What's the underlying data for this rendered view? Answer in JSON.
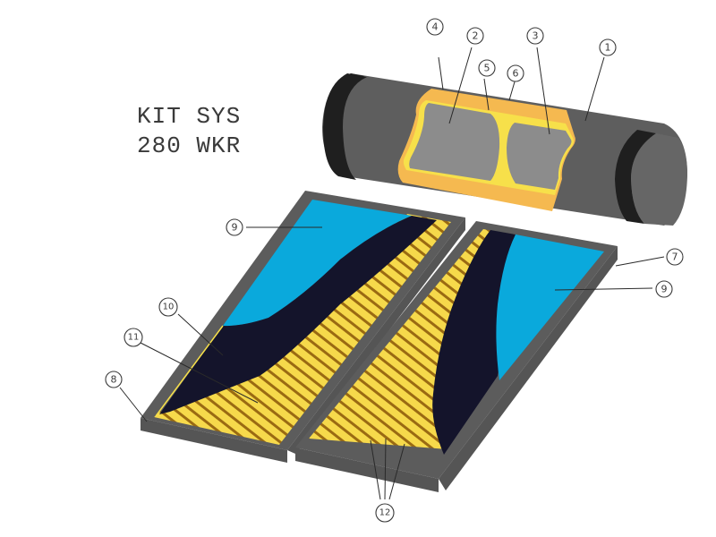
{
  "title": {
    "line1": "KIT SYS",
    "line2": "280 WKR"
  },
  "colors": {
    "tank_dark": "#5e5e5e",
    "tank_band": "#1f1f1f",
    "tank_inner": "#8c8c8c",
    "insulation_orange": "#f5b950",
    "liner_yellow": "#f7e04a",
    "frame_gray": "#5c5c5c",
    "glass_blue": "#0aa9dc",
    "absorber_navy": "#14142b",
    "fin_yellow": "#f6d94b",
    "tube_brown": "#9a6a12"
  },
  "callouts": [
    {
      "id": "1",
      "label": "1"
    },
    {
      "id": "2",
      "label": "2"
    },
    {
      "id": "3",
      "label": "3"
    },
    {
      "id": "4",
      "label": "4"
    },
    {
      "id": "5",
      "label": "5"
    },
    {
      "id": "6",
      "label": "6"
    },
    {
      "id": "7",
      "label": "7"
    },
    {
      "id": "8",
      "label": "8"
    },
    {
      "id": "9a",
      "label": "9"
    },
    {
      "id": "9b",
      "label": "9"
    },
    {
      "id": "10",
      "label": "10"
    },
    {
      "id": "11",
      "label": "11"
    },
    {
      "id": "12",
      "label": "12"
    }
  ]
}
